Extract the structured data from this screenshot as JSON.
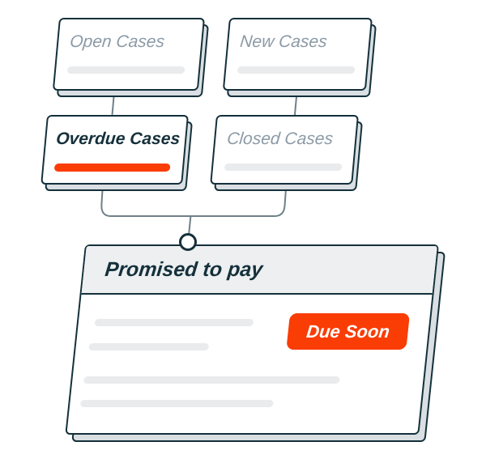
{
  "illustration": {
    "nodes": [
      {
        "label": "Open Cases",
        "state": "muted"
      },
      {
        "label": "New Cases",
        "state": "muted"
      },
      {
        "label": "Overdue Cases",
        "state": "active"
      },
      {
        "label": "Closed Cases",
        "state": "muted"
      }
    ],
    "detail_card": {
      "title": "Promised to pay",
      "badge_label": "Due Soon"
    },
    "colors": {
      "accent": "#FA3C05",
      "outline": "#14303B",
      "muted_text": "#8C9AA6",
      "skeleton": "#E9EBEC",
      "header_bg": "#EDEFF0",
      "depth": "#D9DFE2",
      "connector": "#6F8089",
      "background": "#FFFFFF",
      "card_bg": "#FFFFFF"
    }
  }
}
